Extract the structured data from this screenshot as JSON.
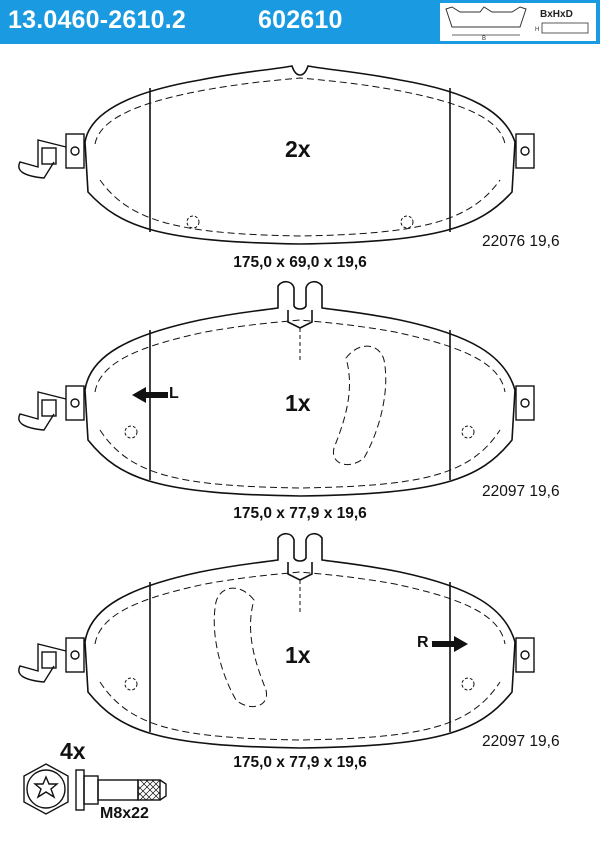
{
  "header": {
    "part_number": "13.0460-2610.2",
    "reference": "602610",
    "dims_icon_label": "BxHxD",
    "dims_icon_b": "B",
    "dims_icon_h": "H"
  },
  "pads": [
    {
      "quantity": "2x",
      "dimensions": "175,0 x 69,0 x 19,6",
      "code": "22076 19,6",
      "side": ""
    },
    {
      "quantity": "1x",
      "dimensions": "175,0 x 77,9 x 19,6",
      "code": "22097 19,6",
      "side": "L"
    },
    {
      "quantity": "1x",
      "dimensions": "175,0 x 77,9 x 19,6",
      "code": "22097 19,6",
      "side": "R"
    }
  ],
  "bolt": {
    "quantity": "4x",
    "size": "M8x22"
  }
}
